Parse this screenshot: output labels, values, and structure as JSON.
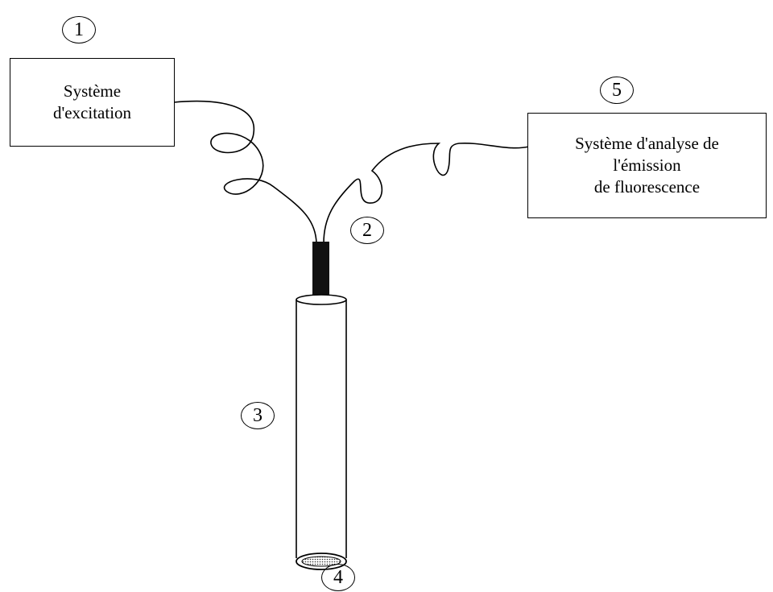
{
  "excitation_box": {
    "line1": "Système",
    "line2": "d'excitation"
  },
  "analysis_box": {
    "line1": "Système d'analyse de",
    "line2": "l'émission",
    "line3": "de fluorescence"
  },
  "markers": {
    "m1": "1",
    "m2": "2",
    "m3": "3",
    "m4": "4",
    "m5": "5"
  }
}
